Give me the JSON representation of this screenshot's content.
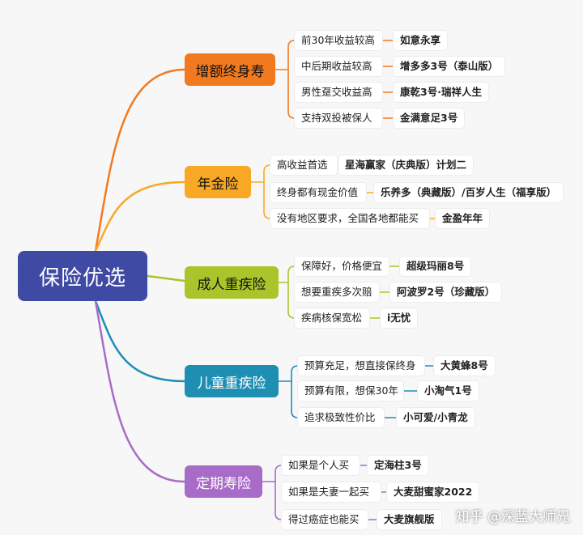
{
  "root": {
    "label": "保险优选"
  },
  "branches": [
    {
      "label": "增额终身寿",
      "color": "#f27a1e",
      "items": [
        {
          "condition": "前30年收益较高",
          "product": "如意永享"
        },
        {
          "condition": "中后期收益较高",
          "product": "增多多3号（泰山版）"
        },
        {
          "condition": "男性趸交收益高",
          "product": "康乾3号·瑞祥人生"
        },
        {
          "condition": "支持双投被保人",
          "product": "金满意足3号"
        }
      ]
    },
    {
      "label": "年金险",
      "color": "#f9a825",
      "items": [
        {
          "condition": "高收益首选",
          "product": "星海赢家（庆典版）计划二"
        },
        {
          "condition": "终身都有现金价值",
          "product": "乐养多（典藏版）/百岁人生（福享版）"
        },
        {
          "condition": "没有地区要求，全国各地都能买",
          "product": "金盈年年"
        }
      ]
    },
    {
      "label": "成人重疾险",
      "color": "#aac52b",
      "items": [
        {
          "condition": "保障好，价格便宜",
          "product": "超级玛丽8号"
        },
        {
          "condition": "想要重疾多次赔",
          "product": "阿波罗2号（珍藏版）"
        },
        {
          "condition": "疾病核保宽松",
          "product": "i无忧"
        }
      ]
    },
    {
      "label": "儿童重疾险",
      "color": "#1e8fb3",
      "items": [
        {
          "condition": "预算充足，想直接保终身",
          "product": "大黄蜂8号"
        },
        {
          "condition": "预算有限，想保30年",
          "product": "小淘气1号"
        },
        {
          "condition": "追求极致性价比",
          "product": "小可爱/小青龙"
        }
      ]
    },
    {
      "label": "定期寿险",
      "color": "#a86cc8",
      "items": [
        {
          "condition": "如果是个人买",
          "product": "定海柱3号"
        },
        {
          "condition": "如果是夫妻一起买",
          "product": "大麦甜蜜家2022"
        },
        {
          "condition": "得过癌症也能买",
          "product": "大麦旗舰版"
        }
      ]
    }
  ],
  "watermark": "知乎 @深蓝大师兄"
}
